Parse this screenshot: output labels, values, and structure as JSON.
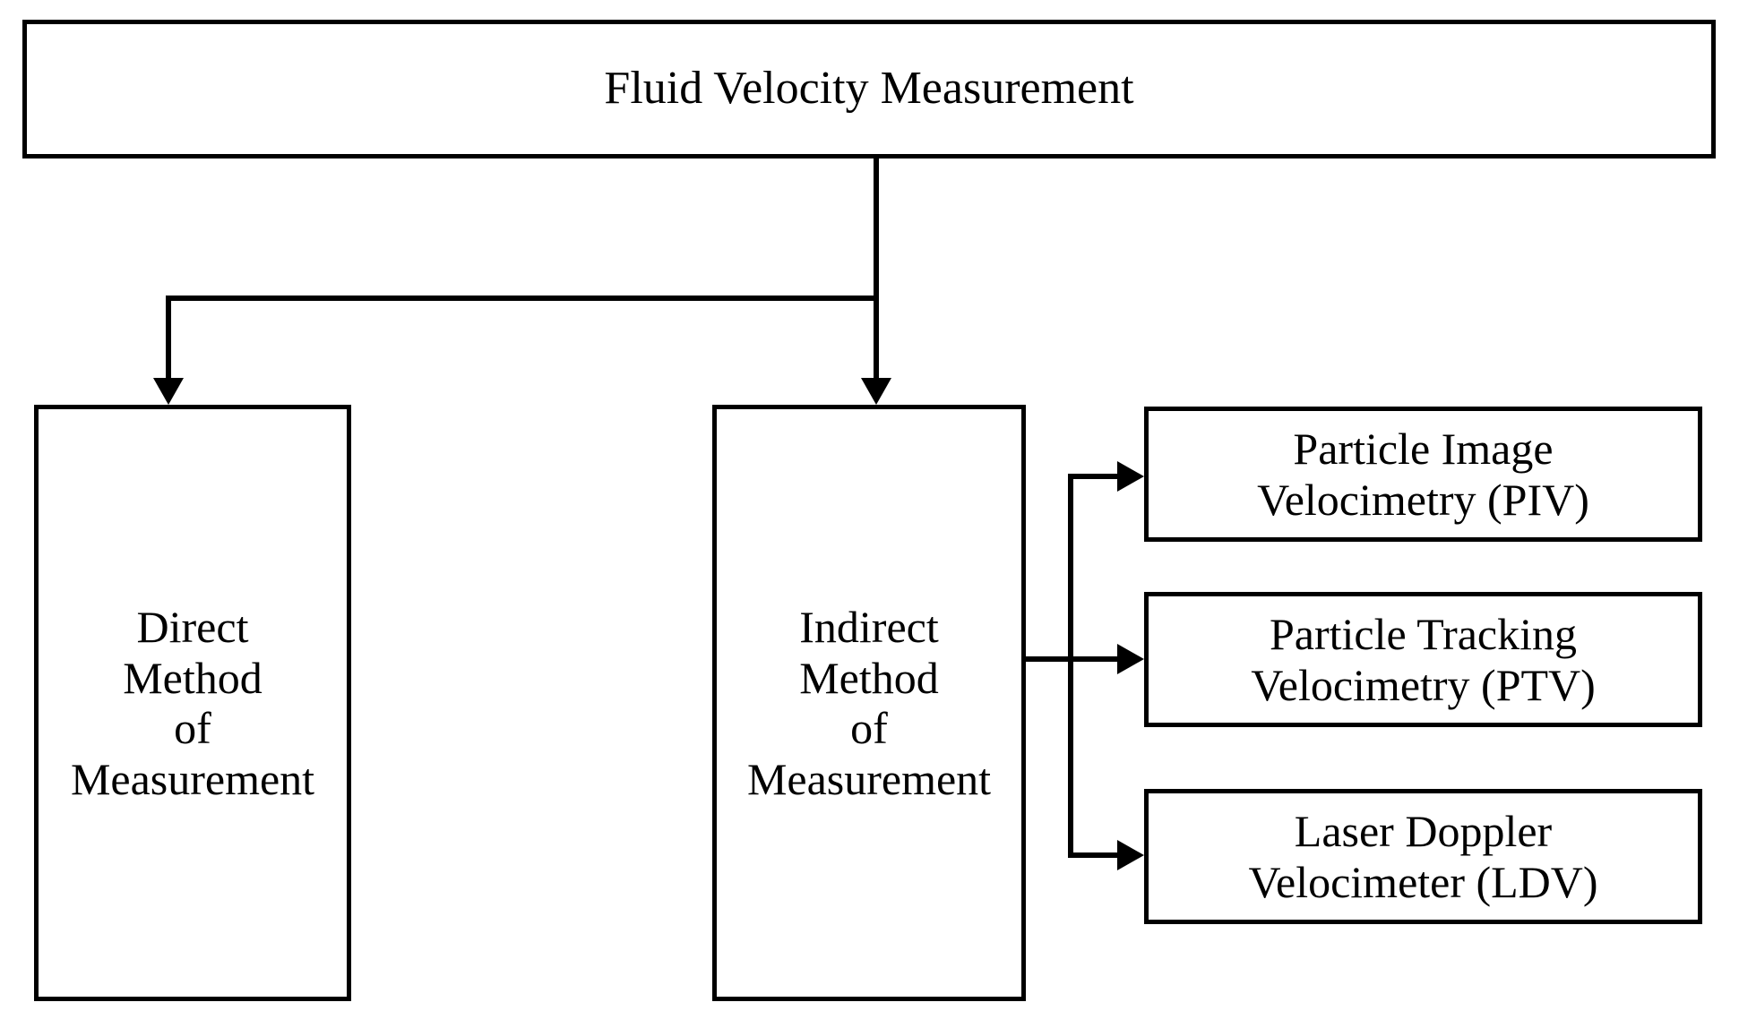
{
  "diagram": {
    "type": "flowchart",
    "orientation": "top-down-then-right",
    "background_color": "#ffffff",
    "line_color": "#000000",
    "text_color": "#000000",
    "root": {
      "id": "root",
      "label": "Fluid Velocity Measurement"
    },
    "level2": [
      {
        "id": "direct",
        "label": "Direct\nMethod\nof\nMeasurement"
      },
      {
        "id": "indirect",
        "label": "Indirect\nMethod\nof\nMeasurement"
      }
    ],
    "level3": [
      {
        "id": "piv",
        "label": "Particle Image\nVelocimetry (PIV)",
        "parent": "indirect"
      },
      {
        "id": "ptv",
        "label": "Particle Tracking\nVelocimetry (PTV)",
        "parent": "indirect"
      },
      {
        "id": "ldv",
        "label": "Laser Doppler\nVelocimeter (LDV)",
        "parent": "indirect"
      }
    ],
    "edges": [
      {
        "from": "root",
        "to": "direct",
        "style": "elbow-arrow-down"
      },
      {
        "from": "root",
        "to": "indirect",
        "style": "elbow-arrow-down"
      },
      {
        "from": "indirect",
        "to": "piv",
        "style": "elbow-arrow-right"
      },
      {
        "from": "indirect",
        "to": "ptv",
        "style": "straight-arrow-right"
      },
      {
        "from": "indirect",
        "to": "ldv",
        "style": "elbow-arrow-right"
      }
    ]
  }
}
